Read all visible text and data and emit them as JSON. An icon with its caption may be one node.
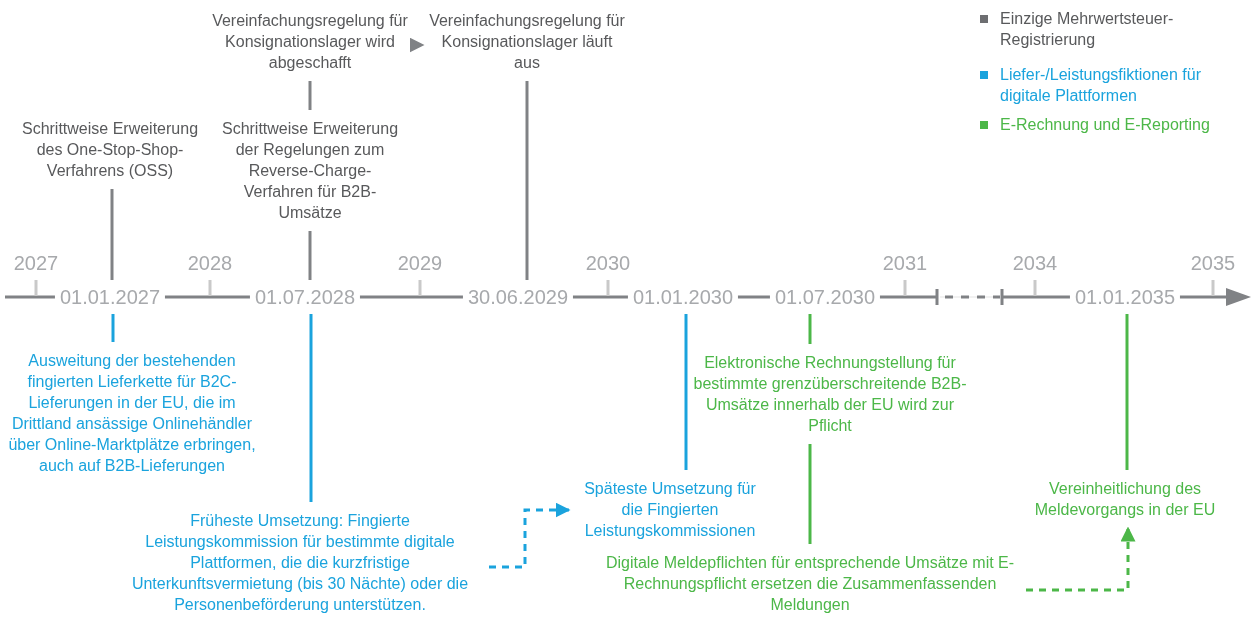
{
  "diagram": {
    "nodes": [
      {
        "text": [
          "Vereinfachungsregelung für Konsignationslager wird abgeschafft"
        ]
      },
      {
        "text": [
          "Vereinfachungsregelung für Konsignationslager läuft aus"
        ]
      },
      {
        "text": [
          "Schrittweise Erweiterung des One-Stop-Shop-Verfahrens (OSS)"
        ]
      },
      {
        "text": [
          "Schrittweise Erweiterung der Regelungen zum Reverse-Charge-Verfahren für B2B-Umsätze"
        ]
      },
      {
        "text": [
          "01.01.2027"
        ]
      },
      {
        "text": [
          "01.07.2028"
        ]
      },
      {
        "text": [
          "30.06.2029"
        ]
      },
      {
        "text": [
          "01.01.2030"
        ]
      },
      {
        "text": [
          "01.07.2030"
        ]
      },
      {
        "text": [
          "01.01.2035"
        ]
      },
      {
        "text": [
          "Ausweitung der bestehenden fingierten Lieferkette für B2C-Lieferungen in der EU, die im Drittland ansässige Onlinehändler über Online-Marktplätze erbringen, auch auf B2B-Lieferungen"
        ]
      },
      {
        "text": [
          "Früheste Umsetzung: Fingierte Leistungskommission für bestimmte digitale Plattformen, die die kurzfristige Unterkunftsvermietung (bis 30 Nächte) oder die Personenbeförderung unterstützen."
        ]
      },
      {
        "text": [
          "Späteste Umsetzung für die Fingierten Leistungskommissionen"
        ]
      },
      {
        "text": [
          "Elektronische Rechnungstellung für bestimmte grenzüberschreitende B2B-Umsätze innerhalb der EU wird zur Pflicht"
        ]
      },
      {
        "text": [
          "Digitale Meldepflichten für entsprechende Umsätze mit E-Rechnungspflicht ersetzen die Zusammenfassenden Meldungen"
        ]
      },
      {
        "text": [
          "Vereinheitlichung des Meldevorgangs in der EU"
        ]
      }
    ],
    "edges": [
      {
        "from": 0,
        "to": 1,
        "arrow": "to",
        "style": "dashed"
      },
      {
        "from": 0,
        "to": 3,
        "arrow": "none"
      },
      {
        "from": 3,
        "to": 5,
        "arrow": "none"
      },
      {
        "from": 2,
        "to": 4,
        "arrow": "none"
      },
      {
        "from": 1,
        "to": 6,
        "arrow": "none"
      },
      {
        "from": 4,
        "to": 10,
        "arrow": "none",
        "color": "#1aa3dd"
      },
      {
        "from": 5,
        "to": 11,
        "arrow": "none",
        "color": "#1aa3dd"
      },
      {
        "from": 7,
        "to": 12,
        "arrow": "none",
        "color": "#1aa3dd"
      },
      {
        "from": 8,
        "to": 13,
        "arrow": "none",
        "color": "#4cb748"
      },
      {
        "from": 13,
        "to": 14,
        "arrow": "none",
        "color": "#4cb748"
      },
      {
        "from": 9,
        "to": 15,
        "arrow": "none",
        "color": "#4cb748"
      },
      {
        "from": 11,
        "to": 12,
        "arrow": "to",
        "style": "dashed",
        "color": "#1aa3dd"
      },
      {
        "from": 14,
        "to": 15,
        "arrow": "to",
        "style": "dashed",
        "color": "#4cb748"
      }
    ],
    "labels": [
      "2027",
      "2028",
      "2029",
      "2030",
      "2031",
      "2034",
      "2035"
    ],
    "legend": [
      {
        "text": "Einzige Mehrwertsteuer-Registrierung",
        "color": "#6d6e71"
      },
      {
        "text": "Liefer-/Leistungsfiktionen für digitale Plattformen",
        "color": "#1aa3dd"
      },
      {
        "text": "E-Rechnung und E-Reporting",
        "color": "#4cb748"
      }
    ]
  }
}
